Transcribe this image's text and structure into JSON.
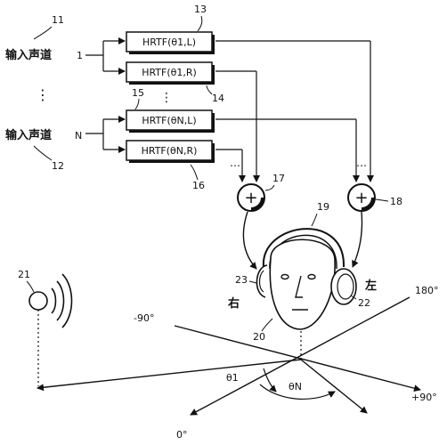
{
  "title": "",
  "inputs": {
    "ch1": {
      "label": "输入声道",
      "index": "1",
      "ref": "11"
    },
    "chN": {
      "label": "输入声道",
      "index": "N",
      "ref": "12"
    },
    "ellipsis": "⋮"
  },
  "filters": [
    {
      "text": "HRTF(θ1,L)",
      "ref": "13"
    },
    {
      "text": "HRTF(θ1,R)",
      "ref": "14"
    },
    {
      "text": "HRTF(θN,L)",
      "ref": "15"
    },
    {
      "text": "HRTF(θN,R)",
      "ref": "16"
    }
  ],
  "mixers": [
    {
      "symbol": "+",
      "ref": "17"
    },
    {
      "symbol": "+",
      "ref": "18"
    }
  ],
  "head": {
    "ref": "20",
    "headphone_ref": "19",
    "right_ear_ref": "23",
    "left_ear_ref": "22",
    "right_label": "右",
    "left_label": "左"
  },
  "source": {
    "ref": "21"
  },
  "angles": {
    "minus90": "-90°",
    "plus90": "+90°",
    "deg180": "180°",
    "deg0": "0°",
    "theta1": "θ1",
    "thetaN": "θN"
  }
}
